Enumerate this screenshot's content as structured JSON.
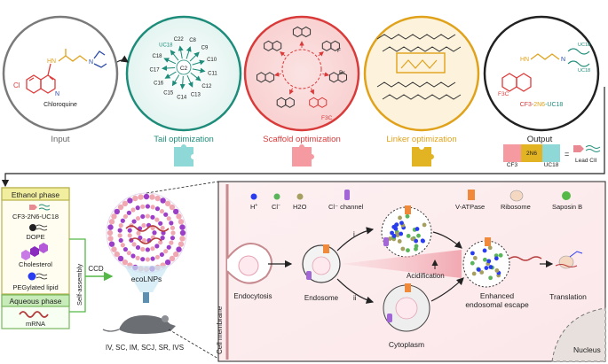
{
  "top": {
    "circles": [
      {
        "label": "Input",
        "color": "#6e6e6e",
        "molecule": "Chloroquine"
      },
      {
        "label": "Tail optimization",
        "color": "#1e8c7a"
      },
      {
        "label": "Scaffold optimization",
        "color": "#d93a3a"
      },
      {
        "label": "Linker optimization",
        "color": "#e0a21b"
      },
      {
        "label": "Output",
        "color": "#222222"
      }
    ],
    "tails": [
      "C22",
      "C8",
      "C9",
      "C10",
      "C11",
      "C12",
      "C13",
      "C14",
      "C15",
      "C16",
      "C17",
      "C18",
      "UC18"
    ],
    "tail_center": "C2",
    "atoms": {
      "cl": "Cl",
      "hn": "HN",
      "n": "N",
      "f": "F",
      "br": "Br",
      "f3c": "F3C",
      "uc18": "UC18"
    },
    "output_name": {
      "p1": "CF3-",
      "p2": "2N6",
      "p3": "-UC18"
    },
    "puzzle": {
      "cf3": "CF3",
      "n26": "2N6",
      "uc18": "UC18",
      "eq": "=",
      "lead": "Lead CII"
    }
  },
  "left": {
    "ethanol_title": "Ethanol phase",
    "ethanol_items": [
      "CF3-2N6-UC18",
      "DOPE",
      "Cholesterol",
      "PEGylated lipid"
    ],
    "aqueous_title": "Aqueous phase",
    "aqueous_items": [
      "mRNA"
    ],
    "self_assembly": "Self-assembly",
    "ccd": "CCD",
    "lnp": "ecoLNPs",
    "routes": "IV, SC, IM, SCJ, SR, IVS"
  },
  "cell": {
    "legend": {
      "h": "H",
      "h_sup": "+",
      "cl": "Cl",
      "cl_sup": "−",
      "h2o": "H2O",
      "channel": "Cl⁻ channel",
      "vatpase": "V-ATPase",
      "ribosome": "Ribosome",
      "saposin": "Saposin B"
    },
    "membrane": "Cell membrane",
    "endocytosis": "Endocytosis",
    "endosome": "Endosome",
    "path_i": "i",
    "path_ii": "ii",
    "acidification": "Acidification",
    "escape_line1": "Enhanced",
    "escape_line2": "endosomal escape",
    "translation": "Translation",
    "cytoplasm": "Cytoplasm",
    "nucleus": "Nucleus"
  },
  "colors": {
    "teal": "#1e8c7a",
    "red": "#d93a3a",
    "orange": "#e0a21b",
    "purple": "#9b3fc9",
    "pink": "#e98a92",
    "blue": "#2a3cf0",
    "green": "#54b947"
  }
}
